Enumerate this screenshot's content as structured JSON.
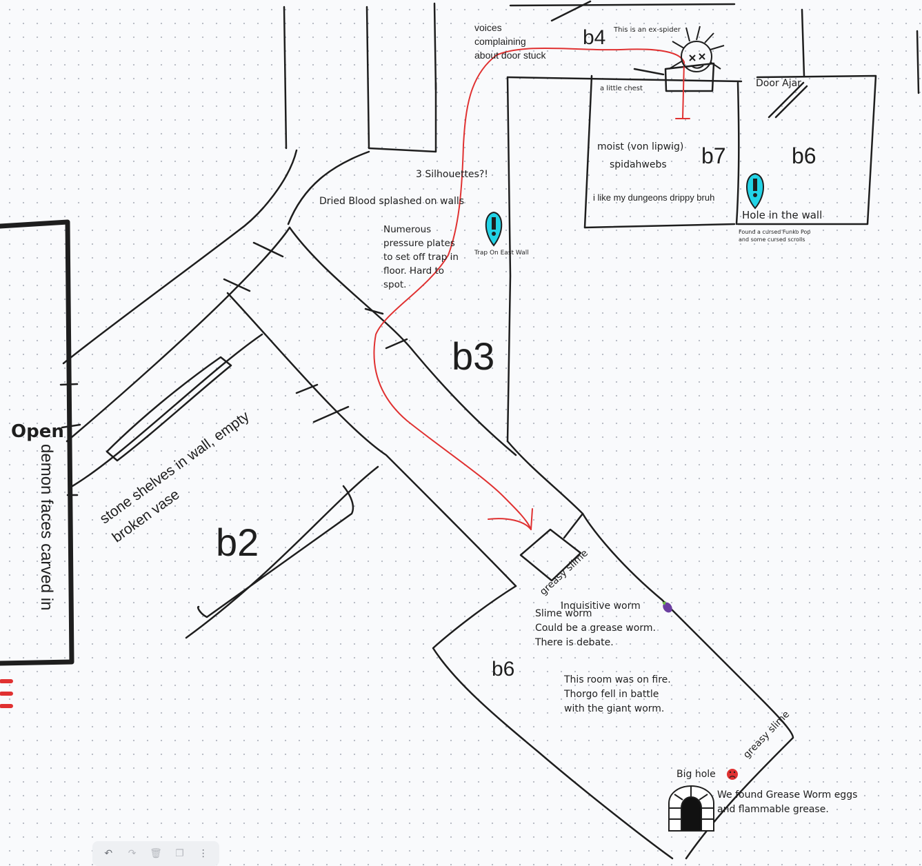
{
  "rooms": {
    "b2": "b2",
    "b3": "b3",
    "b4": "b4",
    "b6_top": "b6",
    "b6_bottom": "b6",
    "b7": "b7"
  },
  "notes": {
    "open": "Open",
    "demon_faces": "demon faces carved in",
    "stone_shelves_1": "stone shelves in wall, empty",
    "stone_shelves_2": "broken vase",
    "voices_1": "voices",
    "voices_2": "complaining",
    "voices_3": "about door stuck",
    "ex_spider": "This is an ex-spider",
    "little_chest": "a little chest",
    "door_ajar": "Door Ajar",
    "moist": "moist (von lipwig)",
    "spidahwebs": "spidahwebs",
    "drippy": "i like my dungeons drippy bruh",
    "hole_in_wall": "Hole in the wall",
    "funko_1": "Found a cursed Funko Pop",
    "funko_2": "and some cursed scrolls",
    "silhouettes": "3 Silhouettes?!",
    "dried_blood": "Dried Blood splashed on walls",
    "pressure_plates": "Numerous pressure plates to set off trap in floor. Hard to spot.",
    "trap_east": "Trap On East Wall",
    "greasy_slime_1": "greasy slime",
    "greasy_slime_2": "greasy slime",
    "inquisitive_worm": "Inquisitive worm",
    "slime_worm": "Slime worm",
    "grease_worm_1": "Could be a grease worm.",
    "grease_worm_2": "There is debate.",
    "fire": "This room was on fire. Thorgo fell in battle with the giant worm.",
    "big_hole": "Big hole",
    "eggs_1": "We found Grease Worm eggs",
    "eggs_2": "and flammable grease."
  },
  "colors": {
    "ink": "#1e1e1e",
    "path_red": "#e03131",
    "pin_cyan": "#22d3e6"
  },
  "icons": {
    "pin": "map-pin-exclamation-icon",
    "spider": "spider-doodle-icon",
    "hole": "stone-archway-icon",
    "frown": "frown-emoji-icon",
    "eggplant": "eggplant-emoji-icon"
  },
  "toolbar": {
    "undo": "↶",
    "redo": "↷",
    "delete": "🗑",
    "duplicate": "❐",
    "more": "⋮"
  }
}
